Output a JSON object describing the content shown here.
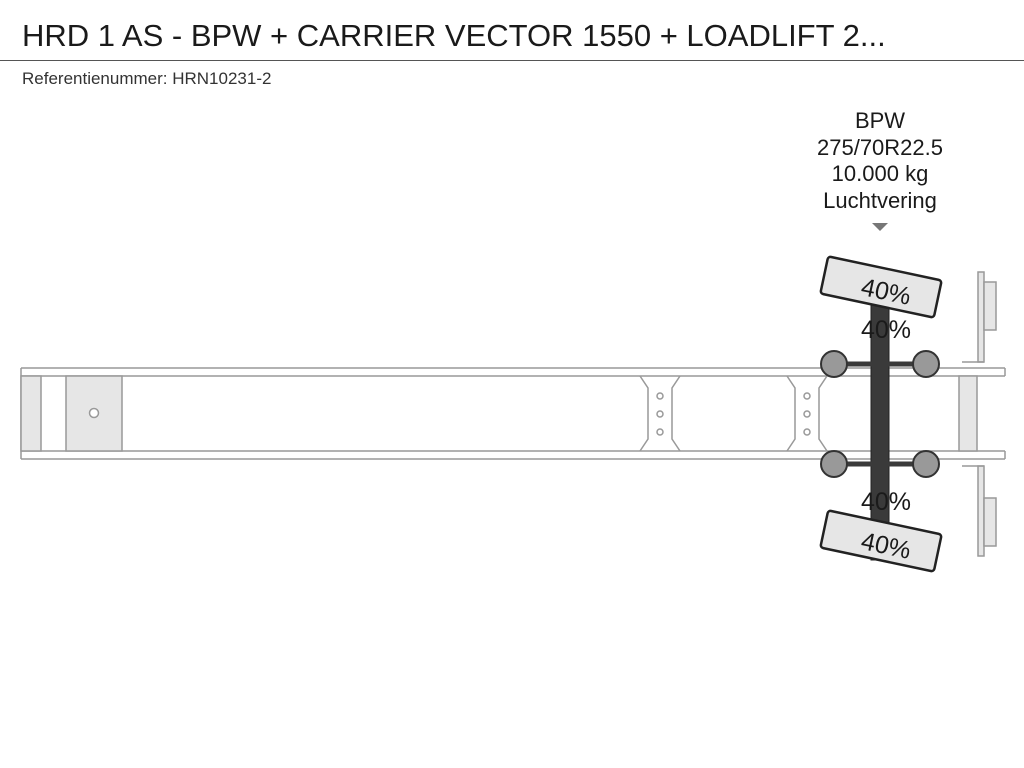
{
  "title": "HRD 1 AS - BPW + CARRIER VECTOR 1550 + LOADLIFT 2...",
  "reference": "Referentienummer: HRN10231-2",
  "axle": {
    "brand": "BPW",
    "tire_size": "275/70R22.5",
    "capacity": "10.000 kg",
    "suspension": "Luchtvering",
    "tire_tread": {
      "top_outer": "40%",
      "top_inner": "40%",
      "bottom_inner": "40%",
      "bottom_outer": "40%"
    }
  },
  "colors": {
    "frame_stroke": "#999999",
    "frame_fill": "#e6e6e6",
    "axle_bar": "#3a3a3a",
    "hub": "#999999",
    "tire_fill": "#e6e6e6"
  }
}
